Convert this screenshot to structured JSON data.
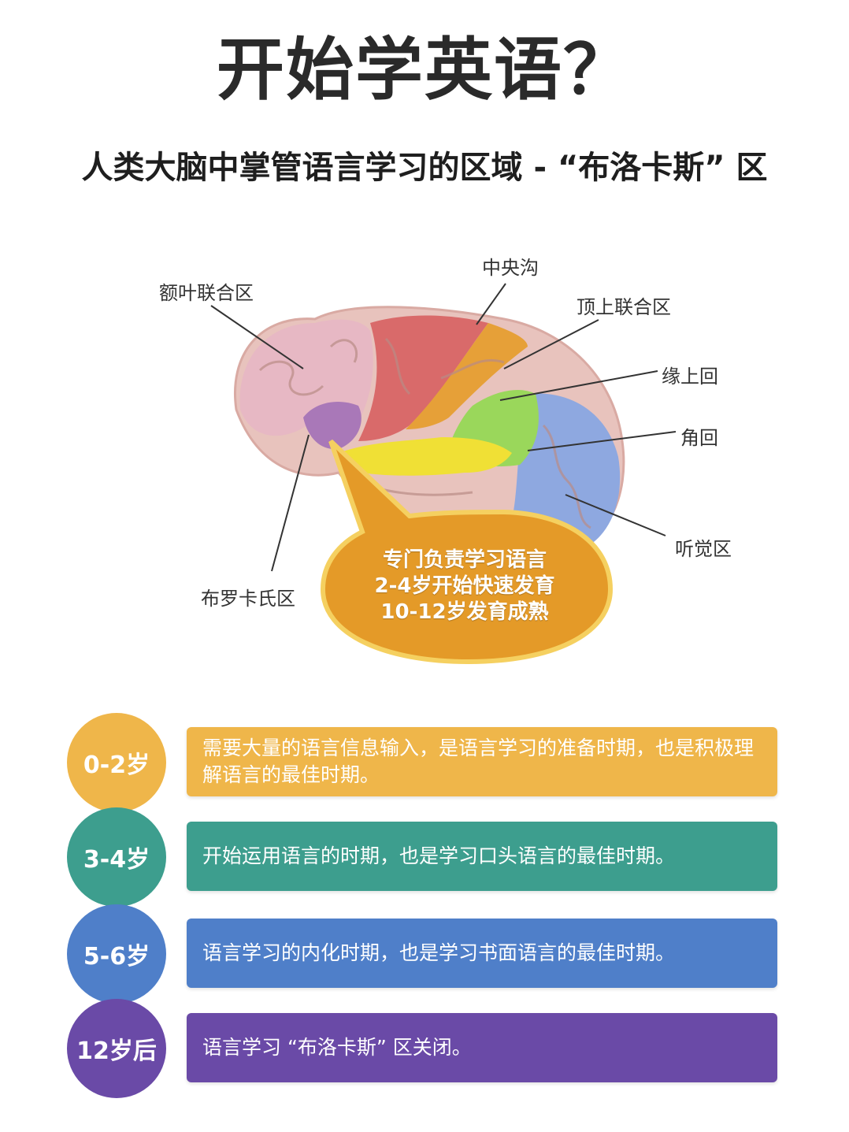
{
  "header": {
    "title": "开始学英语？",
    "subtitle": "人类大脑中掌管语言学习的区域 - “布洛卡斯” 区"
  },
  "brain": {
    "labels": {
      "prefrontal": "额叶联合区",
      "central_sulcus": "中央沟",
      "parietal": "顶上联合区",
      "supramarginal": "缘上回",
      "angular": "角回",
      "auditory": "听觉区",
      "broca": "布罗卡氏区"
    },
    "bubble": {
      "line1": "专门负责学习语言",
      "line2": "2-4岁开始快速发育",
      "line3": "10-12岁发育成熟"
    }
  },
  "stages": [
    {
      "age": "0-2岁",
      "text": "需要大量的语言信息输入，是语言学习的准备时期，也是积极理解语言的最佳时期。",
      "color": "#efb64a"
    },
    {
      "age": "3-4岁",
      "text": "开始运用语言的时期，也是学习口头语言的最佳时期。",
      "color": "#3d9e8e"
    },
    {
      "age": "5-6岁",
      "text": "语言学习的内化时期，也是学习书面语言的最佳时期。",
      "color": "#4f7fc9"
    },
    {
      "age": "12岁后",
      "text": "语言学习 “布洛卡斯” 区关闭。",
      "color": "#6a4aa7"
    }
  ]
}
